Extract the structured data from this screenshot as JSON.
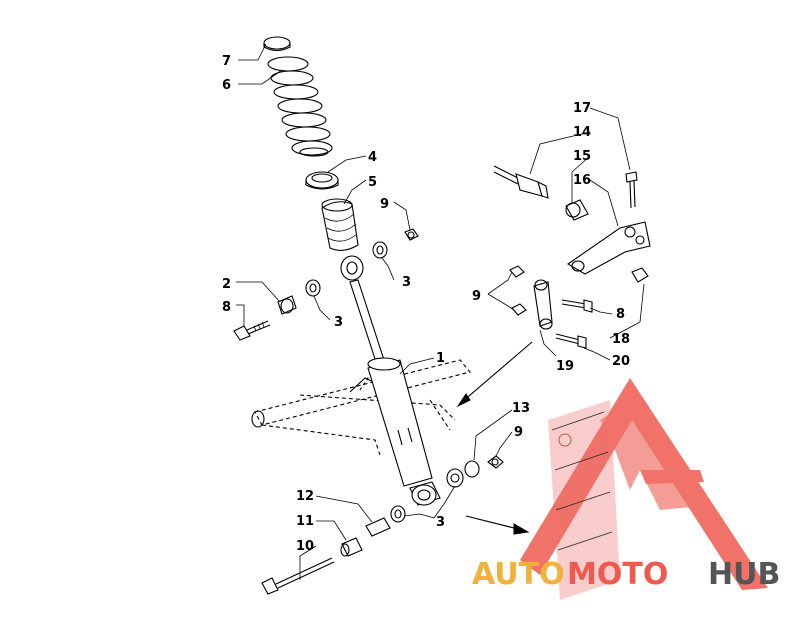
{
  "callouts": {
    "c1": "1",
    "c2": "2",
    "c3a": "3",
    "c3b": "3",
    "c3c": "3",
    "c4": "4",
    "c5": "5",
    "c6": "6",
    "c7": "7",
    "c8a": "8",
    "c8b": "8",
    "c9a": "9",
    "c9b": "9",
    "c9c": "9",
    "c10": "10",
    "c11": "11",
    "c12": "12",
    "c13": "13",
    "c14": "14",
    "c15": "15",
    "c16": "16",
    "c17": "17",
    "c18": "18",
    "c19": "19",
    "c20": "20"
  },
  "watermark": {
    "word_auto": "AUTO",
    "word_moto": "MOTO",
    "word_hub": "HUB",
    "color_auto": "#f2b13a",
    "color_moto": "#ee5a50",
    "color_hub": "#555555",
    "logo_color": "#ee5a50"
  }
}
